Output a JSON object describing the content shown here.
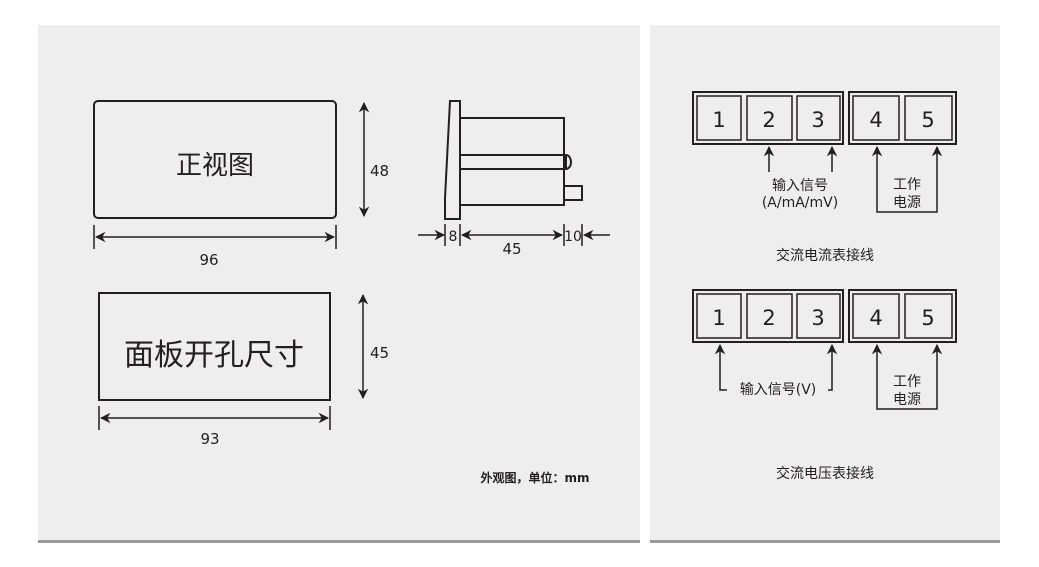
{
  "outline": {
    "front_view_label": "正视图",
    "front_height": "48",
    "front_width": "96",
    "side_depth_front": "8",
    "side_depth_body": "45",
    "side_depth_rear": "10",
    "cutout_label": "面板开孔尺寸",
    "cutout_height": "45",
    "cutout_width": "93",
    "caption": "外观图，单位：mm"
  },
  "current_wiring": {
    "terminals": [
      "1",
      "2",
      "3",
      "4",
      "5"
    ],
    "signal_label": "输入信号",
    "signal_units": "(A/mA/mV)",
    "power_label_1": "工作",
    "power_label_2": "电源",
    "title": "交流电流表接线"
  },
  "voltage_wiring": {
    "terminals": [
      "1",
      "2",
      "3",
      "4",
      "5"
    ],
    "signal_label": "输入信号(V)",
    "power_label_1": "工作",
    "power_label_2": "电源",
    "title": "交流电压表接线"
  },
  "colors": {
    "panel": "#eeeeee",
    "ink": "#231f20"
  }
}
